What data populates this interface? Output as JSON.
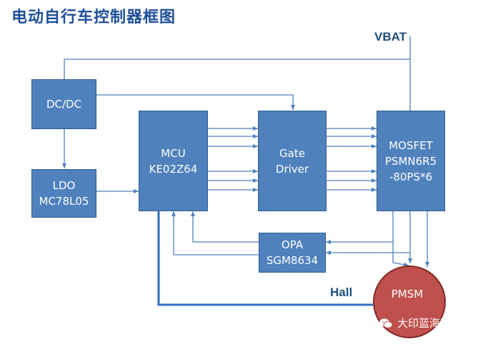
{
  "title": "电动自行车控制器框图",
  "labels": {
    "vbat": "VBAT",
    "hall": "Hall"
  },
  "blocks": {
    "dcdc": {
      "line1": "DC/DC"
    },
    "ldo": {
      "line1": "LDO",
      "line2": "MC78L05"
    },
    "mcu": {
      "line1": "MCU",
      "line2": "KE02Z64"
    },
    "gate": {
      "line1": "Gate",
      "line2": "Driver"
    },
    "mosfet": {
      "line1": "MOSFET",
      "line2": "PSMN6R5",
      "line3": "-80PS*6"
    },
    "opa": {
      "line1": "OPA",
      "line2": "SGM8634"
    },
    "motor": {
      "line1": "PMSM"
    }
  },
  "watermark": {
    "text": "大印蓝海科技"
  },
  "colors": {
    "block_fill": "#4f81bd",
    "wire": "#4f81bd",
    "motor_fill": "#c0504d",
    "title": "#1f4e9a"
  }
}
